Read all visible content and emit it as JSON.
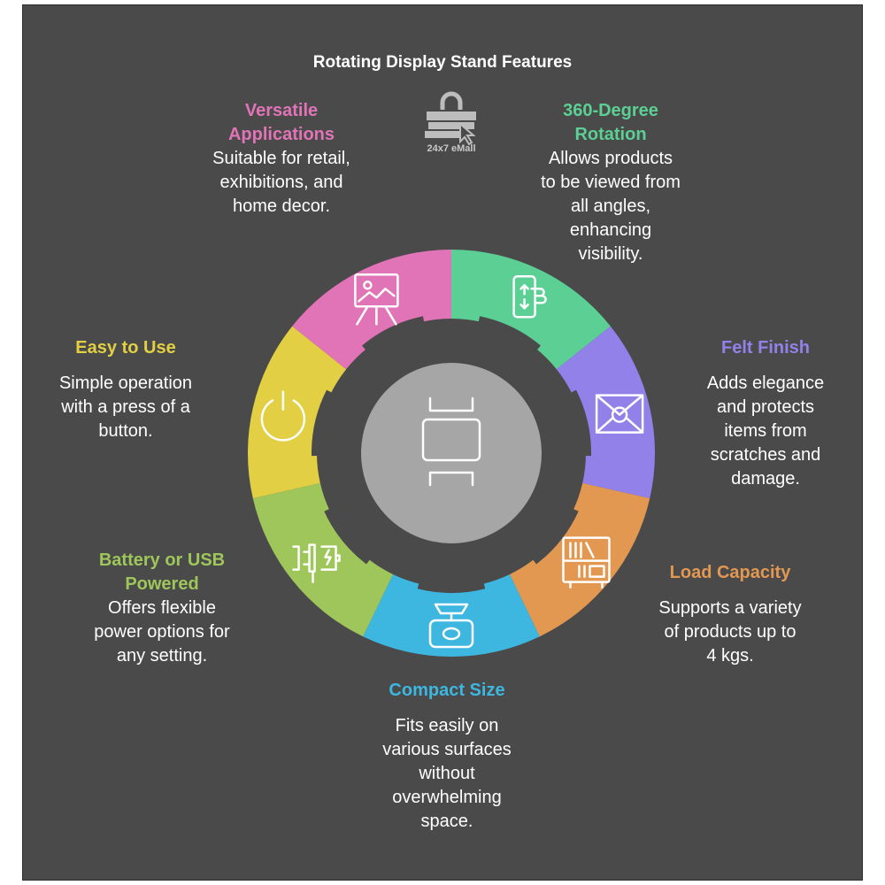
{
  "title": "Rotating Display Stand Features",
  "logo_text": "24x7 eMall",
  "colors": {
    "background": "#4a4a4a",
    "hub": "#a6a6a6",
    "gap": "#4a4a4a"
  },
  "features": [
    {
      "title_lines": [
        "360-Degree",
        "Rotation"
      ],
      "desc_lines": [
        "Allows products",
        "to be viewed from",
        "all angles,",
        "enhancing",
        "visibility."
      ],
      "color": "#5bcf94",
      "icon": "smartphone-swipe-icon"
    },
    {
      "title_lines": [
        "Felt Finish"
      ],
      "desc_lines": [
        "Adds elegance",
        "and protects",
        "items from",
        "scratches and",
        "damage."
      ],
      "color": "#9181e9",
      "icon": "badge-envelope-icon"
    },
    {
      "title_lines": [
        "Load Capacity"
      ],
      "desc_lines": [
        "Supports a variety",
        "of products up to",
        "4 kgs."
      ],
      "color": "#e39852",
      "icon": "bookshelf-icon"
    },
    {
      "title_lines": [
        "Compact Size"
      ],
      "desc_lines": [
        "Fits easily on",
        "various surfaces",
        "without",
        "overwhelming",
        "space."
      ],
      "color": "#3db7e0",
      "icon": "weighing-scale-icon"
    },
    {
      "title_lines": [
        "Battery or USB",
        "Powered"
      ],
      "desc_lines": [
        "Offers flexible",
        "power options for",
        "any setting."
      ],
      "color": "#9fc65a",
      "icon": "plug-battery-icon"
    },
    {
      "title_lines": [
        "Easy to Use"
      ],
      "desc_lines": [
        "Simple operation",
        "with a press of a",
        "button."
      ],
      "color": "#e3cf44",
      "icon": "power-button-icon"
    },
    {
      "title_lines": [
        "Versatile",
        "Applications"
      ],
      "desc_lines": [
        "Suitable for retail,",
        "exhibitions, and",
        "home decor."
      ],
      "color": "#e174b7",
      "icon": "easel-picture-icon"
    }
  ],
  "center_icon": "display-stand-icon"
}
